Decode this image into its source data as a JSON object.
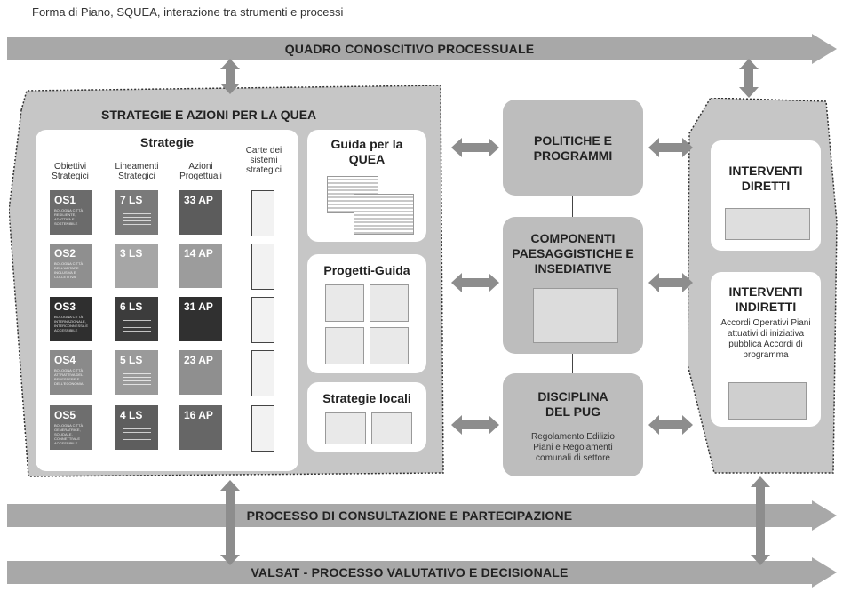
{
  "caption": "Forma di Piano, SQUEA, interazione tra strumenti e processi",
  "bands": {
    "top": "QUADRO CONOSCITIVO PROCESSUALE",
    "consultation": "PROCESSO DI CONSULTAZIONE E PARTECIPAZIONE",
    "valsat": "VALSAT - PROCESSO VALUTATIVO E DECISIONALE"
  },
  "left_panel": {
    "title": "STRATEGIE E AZIONI PER LA QUEA",
    "strategie": {
      "title": "Strategie",
      "col_headers": [
        "Obiettivi Strategici",
        "Lineamenti Strategici",
        "Azioni Progettuali",
        "Carte dei sistemi strategici"
      ],
      "rows": [
        {
          "os": "OS1",
          "os_sub": "BOLOGNA CITTÀ RESILIENTE, ADATTIVA E SOSTENIBILE",
          "ls": "7 LS",
          "ap": "33 AP"
        },
        {
          "os": "OS2",
          "os_sub": "BOLOGNA CITTÀ DELL'ABITARE INCLUSIVA E COLLETTIVA",
          "ls": "3 LS",
          "ap": "14 AP"
        },
        {
          "os": "OS3",
          "os_sub": "BOLOGNA CITTÀ INTERNAZIONALE, INTERCONNESSA E ACCESSIBILE",
          "ls": "6 LS",
          "ap": "31 AP"
        },
        {
          "os": "OS4",
          "os_sub": "BOLOGNA CITTÀ ATTRATTIVA DEL BENESSERE E DELL'ECONOMIA",
          "ls": "5 LS",
          "ap": "23 AP"
        },
        {
          "os": "OS5",
          "os_sub": "BOLOGNA CITTÀ GENERATRICE, SOLIDALE, CONNETTIVA E ACCESSIBILE",
          "ls": "4 LS",
          "ap": "16 AP"
        }
      ]
    },
    "guida": "Guida per la QUEA",
    "progetti": "Progetti-Guida",
    "strategie_locali": "Strategie locali"
  },
  "center": {
    "politiche": "POLITICHE E PROGRAMMI",
    "componenti": "COMPONENTI PAESAGGISTICHE E INSEDIATIVE",
    "disciplina": "DISCIPLINA DEL PUG",
    "disciplina_sub": "Regolamento Edilizio Piani e Regolamenti comunali di settore"
  },
  "right_panel": {
    "diretti": "INTERVENTI DIRETTI",
    "indiretti": "INTERVENTI INDIRETTI",
    "indiretti_sub": "Accordi Operativi Piani attuativi di iniziativa pubblica Accordi di programma"
  },
  "colors": {
    "band": "#a8a8a8",
    "panel": "#c6c6c6",
    "box": "#bdbdbd",
    "arrow": "#8d8d8d",
    "os": [
      "#6b6b6b",
      "#8f8f8f",
      "#2f2f2f",
      "#8a8a8a",
      "#6e6e6e"
    ],
    "ls": [
      "#7a7a7a",
      "#a6a6a6",
      "#3c3c3c",
      "#9a9a9a",
      "#5e5e5e"
    ],
    "ap": [
      "#5c5c5c",
      "#9c9c9c",
      "#303030",
      "#8f8f8f",
      "#666666"
    ]
  }
}
